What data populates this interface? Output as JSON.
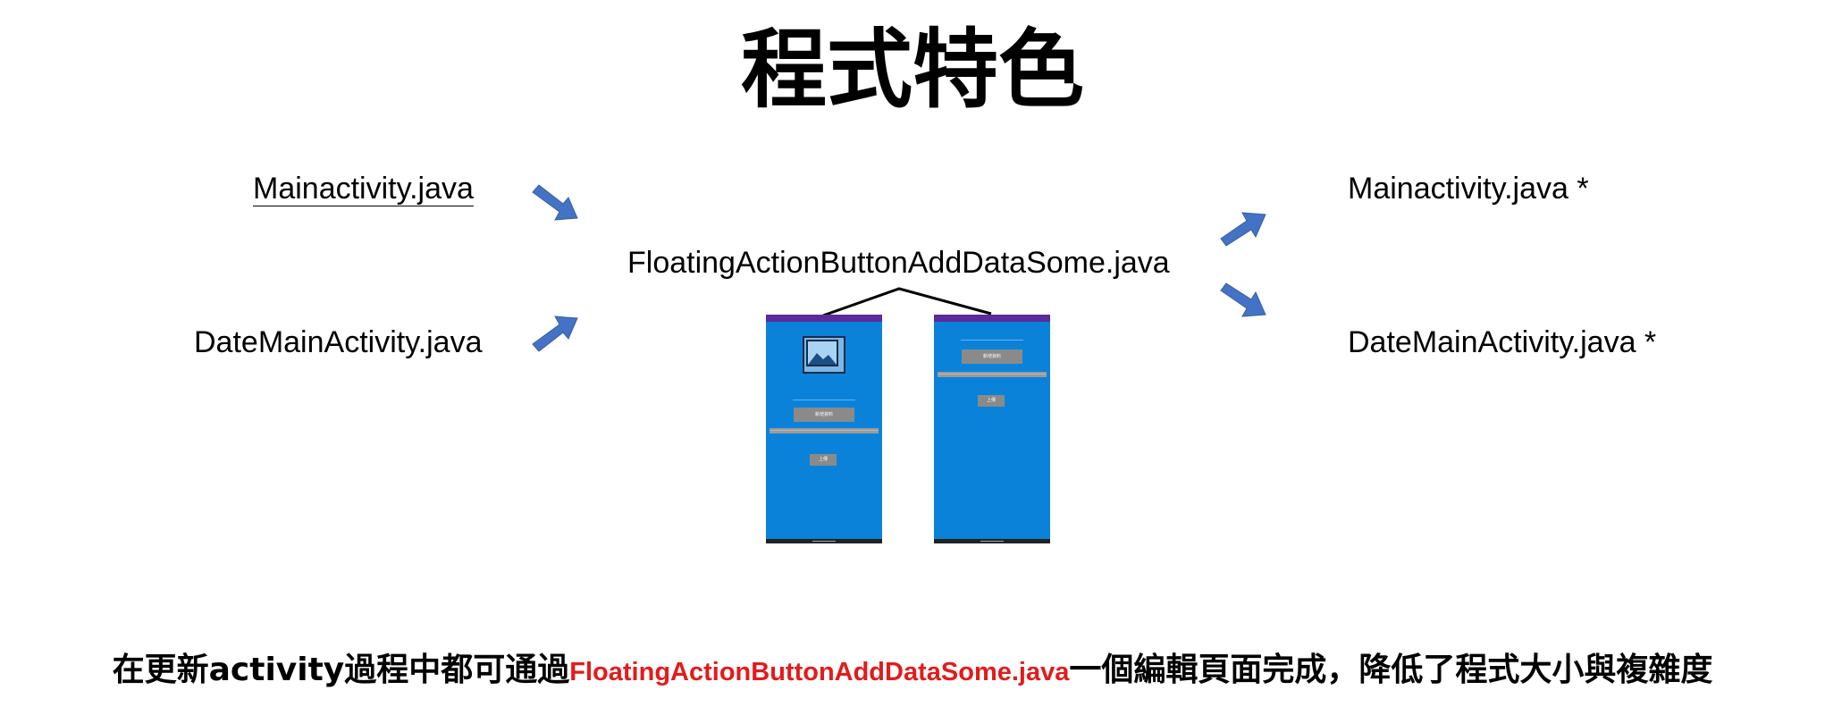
{
  "title": "程式特色",
  "inputs": [
    {
      "label": "Mainactivity.java"
    },
    {
      "label": "DateMainActivity.java"
    }
  ],
  "center": {
    "label": "FloatingActionButtonAddDataSome.java"
  },
  "outputs": [
    {
      "label": "Mainactivity.java *"
    },
    {
      "label": "DateMainActivity.java *"
    }
  ],
  "phones": {
    "left": {
      "button_label": "新增資料",
      "small_button_label": "上傳"
    },
    "right": {
      "button_label": "新增資料",
      "small_button_label": "上傳"
    }
  },
  "footer": {
    "before": "在更新activity過程中都可通過",
    "highlight": "FloatingActionButtonAddDataSome.java",
    "after": "一個編輯頁面完成，降低了程式大小與複雜度"
  },
  "colors": {
    "arrow": "#4472c4",
    "highlight": "#e31b1b",
    "phone_background": "#0b82d9",
    "status_bar": "#5a2b9a"
  }
}
